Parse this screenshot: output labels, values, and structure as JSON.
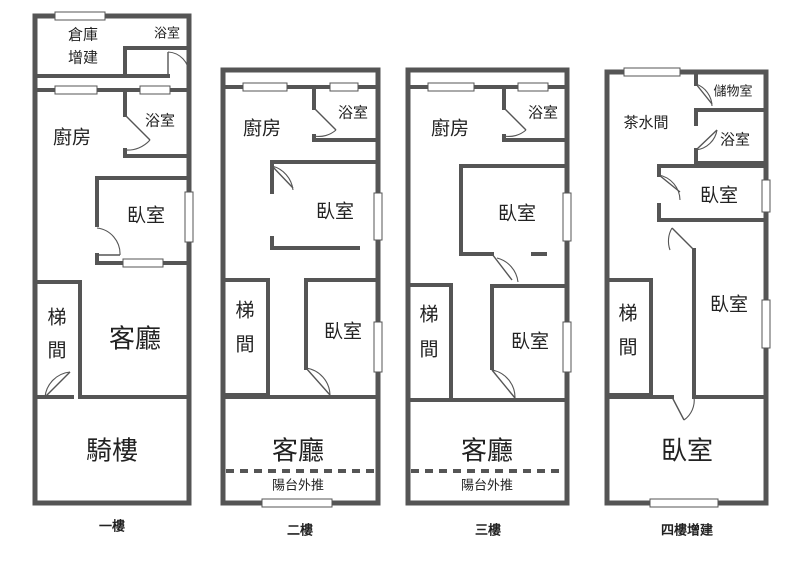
{
  "floor1": {
    "title": "一樓",
    "rooms": {
      "warehouse_line1": "倉庫",
      "warehouse_line2": "增建",
      "bath_top": "浴室",
      "kitchen": "廚房",
      "bath": "浴室",
      "bedroom": "臥室",
      "stair_line1": "梯",
      "stair_line2": "間",
      "living": "客廳",
      "arcade": "騎樓"
    }
  },
  "floor2": {
    "title": "二樓",
    "rooms": {
      "kitchen": "廚房",
      "bath": "浴室",
      "bedroom1": "臥室",
      "stair_line1": "梯",
      "stair_line2": "間",
      "bedroom2": "臥室",
      "living": "客廳",
      "balcony": "陽台外推"
    }
  },
  "floor3": {
    "title": "三樓",
    "rooms": {
      "kitchen": "廚房",
      "bath": "浴室",
      "bedroom1": "臥室",
      "stair_line1": "梯",
      "stair_line2": "間",
      "bedroom2": "臥室",
      "living": "客廳",
      "balcony": "陽台外推"
    }
  },
  "floor4": {
    "title": "四樓增建",
    "rooms": {
      "tea_room": "茶水間",
      "storage": "儲物室",
      "bath": "浴室",
      "bedroom1": "臥室",
      "stair_line1": "梯",
      "stair_line2": "間",
      "bedroom2": "臥室",
      "bedroom3": "臥室"
    }
  }
}
